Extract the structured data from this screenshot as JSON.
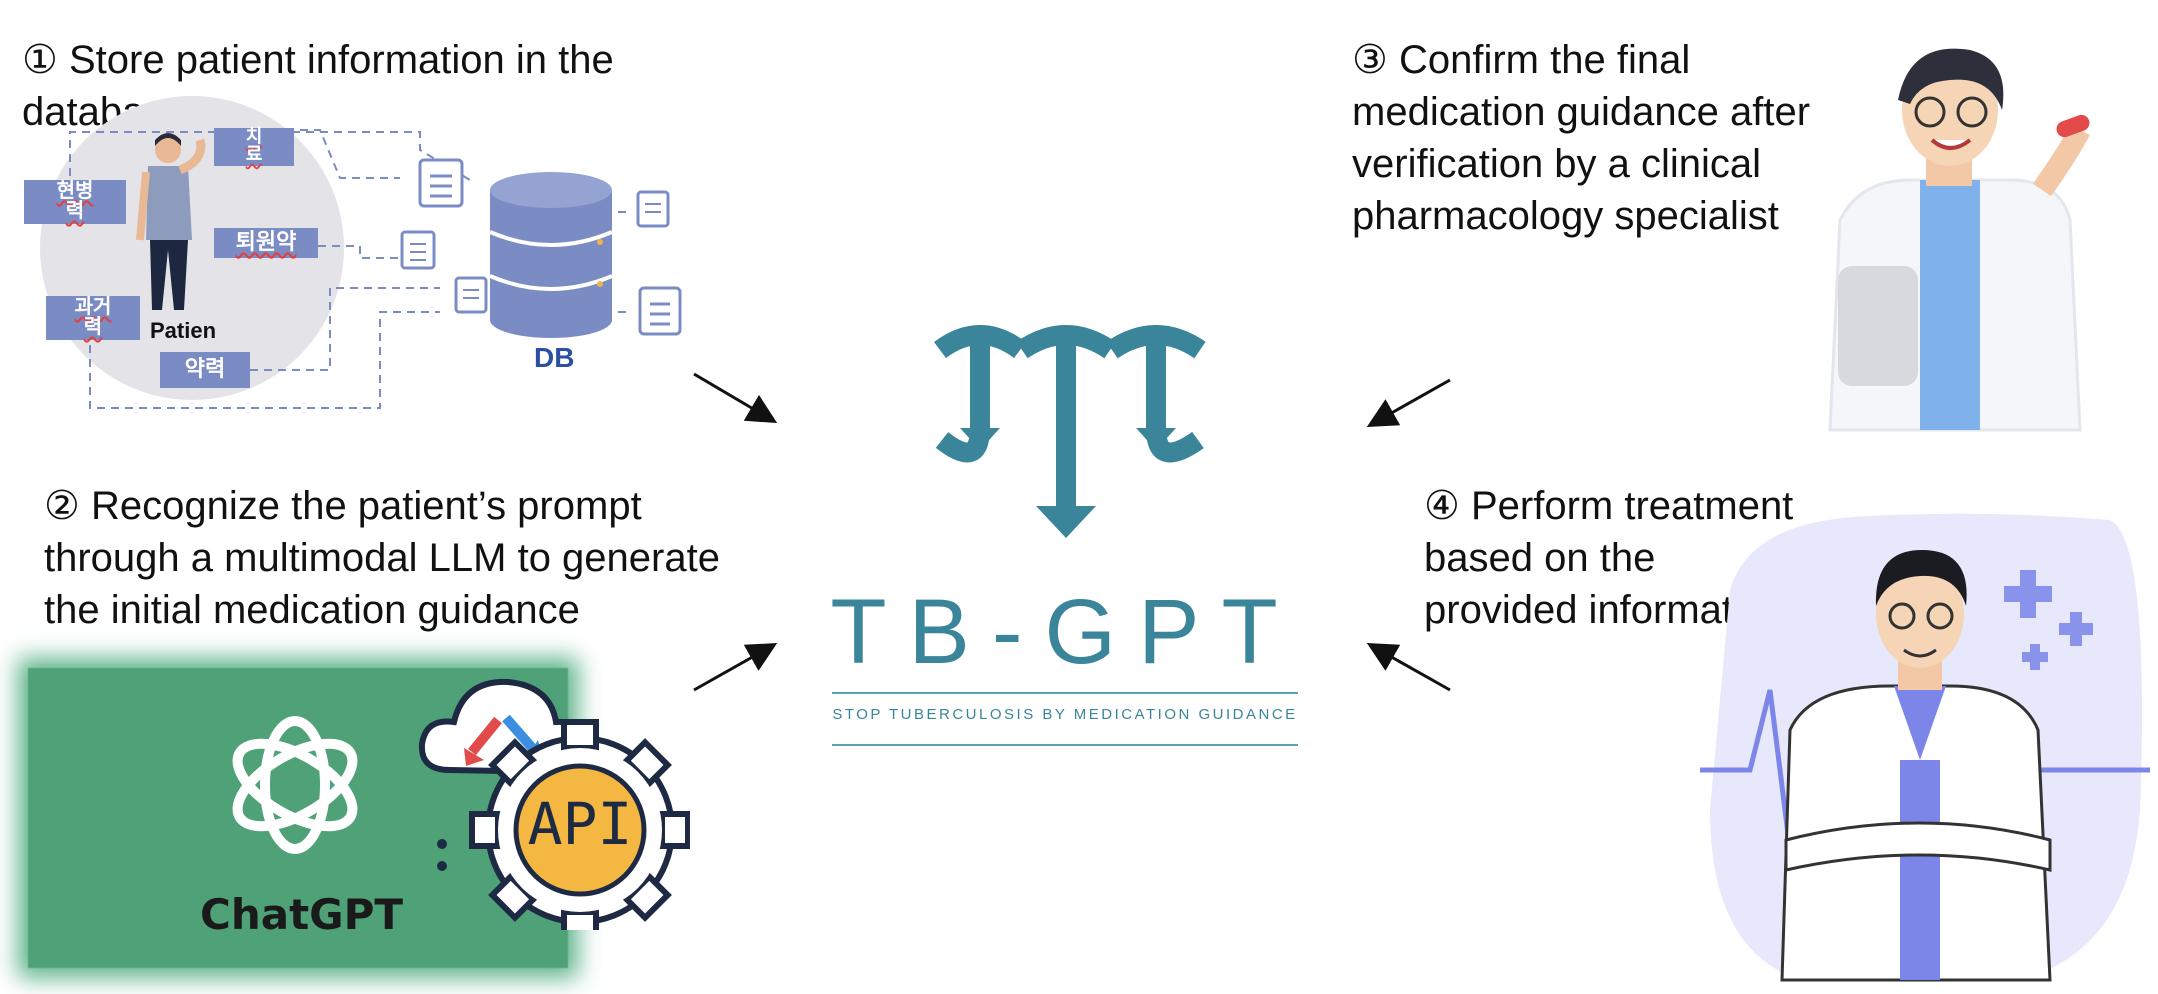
{
  "steps": {
    "step1": {
      "lines": [
        "① Store patient information in the",
        "database"
      ]
    },
    "step2": {
      "lines": [
        "② Recognize the patient’s prompt",
        "through a multimodal LLM to generate",
        "the initial medication guidance"
      ]
    },
    "step3": {
      "lines": [
        "③ Confirm the final",
        "medication guidance after",
        "verification by a clinical",
        "pharmacology specialist"
      ]
    },
    "step4": {
      "lines": [
        "④ Perform treatment",
        "based on the",
        "provided information"
      ]
    }
  },
  "database_figure": {
    "boxes": {
      "history_current": "현병\n력",
      "treatment": "치\n료",
      "discharge_med": "퇴원약",
      "history_past": "과거\n력",
      "drug_history": "약력"
    },
    "patient_label": "Patien",
    "db_label": "DB"
  },
  "logo": {
    "title": "TB-GPT",
    "tagline": "STOP TUBERCULOSIS BY MEDICATION GUIDANCE",
    "color": "#3a8599"
  },
  "chatgpt": {
    "label": "ChatGPT",
    "api_label": "API",
    "panel_color": "#4fa178"
  },
  "colors": {
    "db_blue": "#7b8cc4",
    "dashed_line": "#7b8cc4",
    "doctor_coat_blue": "#7b86e8"
  }
}
